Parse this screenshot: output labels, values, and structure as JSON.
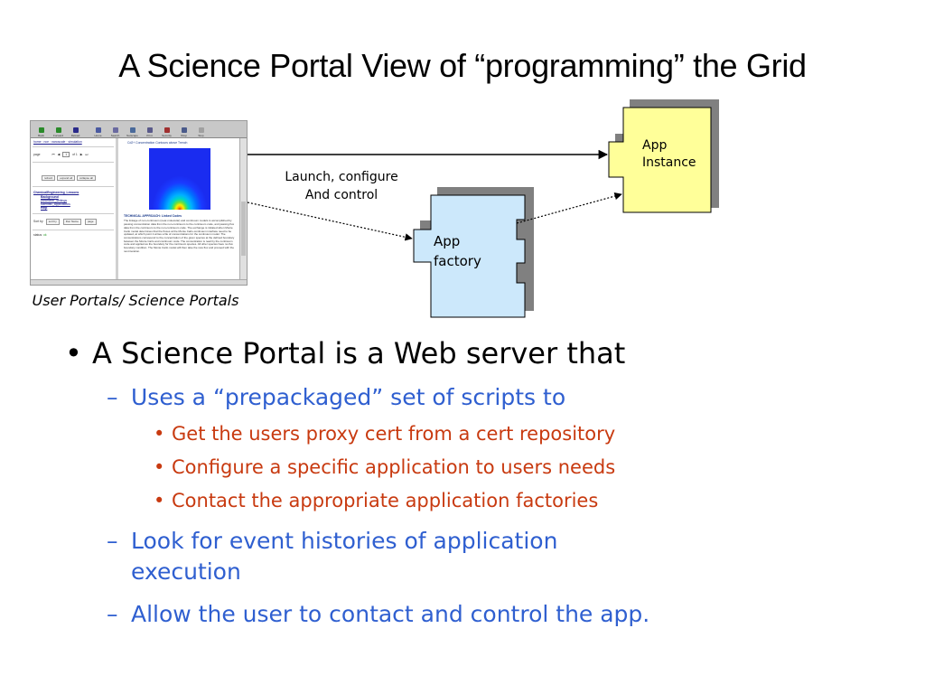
{
  "slide": {
    "title": "A Science Portal View of “programming” the Grid"
  },
  "screenshot": {
    "caption": "User Portals/ Science Portals",
    "toolbar_buttons": [
      {
        "label": "Back",
        "icon": "back-arrow-icon",
        "color": "#2a8a2a"
      },
      {
        "label": "Forward",
        "icon": "forward-arrow-icon",
        "color": "#2a8a2a"
      },
      {
        "label": "Reload",
        "icon": "reload-icon",
        "color": "#2a2a8a"
      },
      {
        "label": "Home",
        "icon": "home-icon",
        "color": "#4a5aa0"
      },
      {
        "label": "Search",
        "icon": "search-icon",
        "color": "#6a6aa0"
      },
      {
        "label": "Netscape",
        "icon": "netscape-icon",
        "color": "#4a6a9a"
      },
      {
        "label": "Print",
        "icon": "print-icon",
        "color": "#5a5a8a"
      },
      {
        "label": "Security",
        "icon": "security-lock-icon",
        "color": "#a03030"
      },
      {
        "label": "Shop",
        "icon": "shop-icon",
        "color": "#4a5a8a"
      },
      {
        "label": "Stop",
        "icon": "stop-icon",
        "color": "#a0a0a0"
      }
    ],
    "left_panel": {
      "breadcrumb": "home · nce · nanoscale · simulation",
      "page_label": "page",
      "page_value": "1",
      "page_of": "of 1",
      "tool_buttons": [
        "refresh",
        "expand all",
        "collapse all"
      ],
      "tree_root": "ChemicalEngineering_Lessons",
      "tree_items": [
        "Background",
        "parameter_settings",
        "scientific_applications",
        "Help"
      ],
      "sort_label": "Sort by",
      "sort_options": [
        "sort by",
        "Doc Name",
        "page"
      ],
      "status_label": "status",
      "status_value": "ok"
    },
    "right_panel": {
      "figure_title": "Cd2+ Concentration Contours above Trench",
      "section_title": "TECHNICAL APPROACH: Linked Codes",
      "body_text": "The linkage of non-continuum (near-molecular) and continuum models is accomplished by passing concentration data from the non-continuum to the continuum code, and passing flux data from the continuum to the non-continuum code. The exchange is initiated when Monte Carlo model determines that the fluxes at the Monte Carlo-continuum interface need to be updated, at which point it writes a file of concentrations for the continuum model. The concentrations correspond to the concentration of the given species at the defined boundary between the Monte Carlo and continuum code. The concentration is read by the continuum code and applied as the boundary for the continuum species. All other species have no-flux boundary condition. The Monte Carlo model will then take the new flux and proceed with the next iteration."
    }
  },
  "diagram": {
    "launch_label_line1": "Launch, configure",
    "launch_label_line2": "And control",
    "factory_label_line1": "App",
    "factory_label_line2": "factory",
    "instance_label_line1": "App",
    "instance_label_line2": "Instance",
    "colors": {
      "factory_fill": "#cce8fb",
      "instance_fill": "#ffff99",
      "shadow": "#808080"
    }
  },
  "bullets": {
    "level1": "A Science Portal is a Web server that",
    "level2_a": "Uses a “prepackaged” set of scripts to",
    "level3": [
      "Get the users proxy cert from a cert repository",
      "Configure a specific application to users needs",
      "Contact the appropriate application factories"
    ],
    "level2_b_line1": "Look for event histories of application",
    "level2_b_line2": "execution",
    "level2_c": "Allow the user to contact and control the app.",
    "colors": {
      "level1": "#000000",
      "level2": "#2f5fd0",
      "level3": "#c83a10"
    }
  }
}
